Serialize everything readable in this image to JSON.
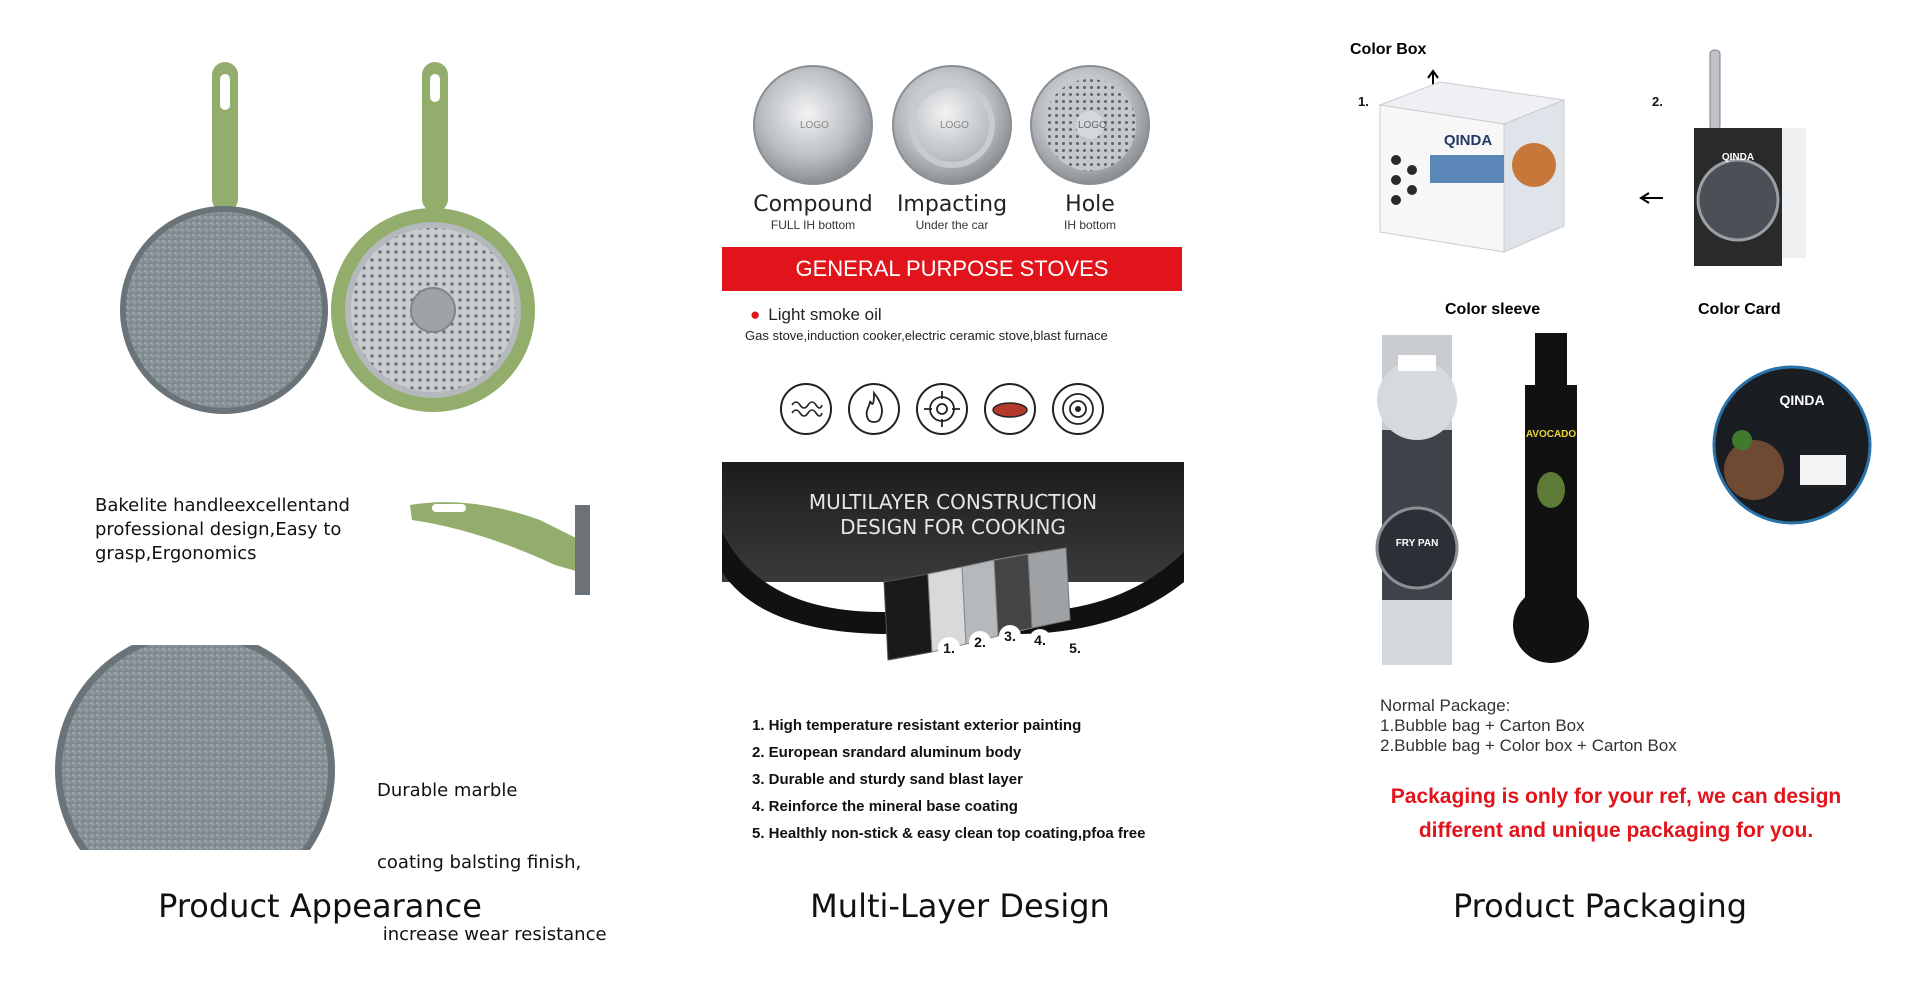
{
  "panels": {
    "appearance": {
      "caption": "Product Appearance",
      "note_handle": [
        "Bakelite handleexcellentand",
        "professional design,Easy to",
        "grasp,Ergonomics"
      ],
      "note_coating": [
        "Durable marble",
        "coating balsting finish,",
        " increase wear resistance"
      ]
    },
    "layers": {
      "caption": "Multi-Layer Design",
      "discs": [
        {
          "title": "Compound",
          "subtitle": "FULL IH bottom",
          "logo": "LOGO"
        },
        {
          "title": "Impacting",
          "subtitle": "Under the car",
          "logo": "LOGO"
        },
        {
          "title": "Hole",
          "subtitle": "IH bottom",
          "logo": "LOGO"
        }
      ],
      "banner": "GENERAL PURPOSE STOVES",
      "bullet": "Light smoke oil",
      "stoves": "Gas stove,induction cooker,electric ceramic stove,blast furnace",
      "stove_icons": [
        "induction-coil-icon",
        "flame-icon",
        "gas-burner-icon",
        "ceramic-plate-icon",
        "halogen-icon"
      ],
      "construction_title": [
        "MULTILAYER CONSTRUCTION",
        "DESIGN FOR COOKING"
      ],
      "layer_numbers": [
        "1.",
        "2.",
        "3.",
        "4.",
        "5."
      ],
      "layer_list": [
        "1. High temperature resistant exterior painting",
        "2. European srandard aluminum body",
        "3. Durable and sturdy sand blast layer",
        "4. Reinforce the mineral base coating",
        "5. Healthly non-stick & easy clean top coating,pfoa free"
      ]
    },
    "packaging": {
      "caption": "Product Packaging",
      "color_box": "Color Box",
      "num1": "1.",
      "num2": "2.",
      "color_sleeve": "Color sleeve",
      "color_card": "Color Card",
      "brand": "QINDA",
      "sleeve_text_1": "FRY PAN",
      "sleeve_text_2": "AVOCADO",
      "normal_package_title": "Normal Package:",
      "normal_package_lines": [
        "1.Bubble bag + Carton Box",
        "2.Bubble bag + Color box + Carton Box"
      ],
      "note": [
        "Packaging is only for your ref, we can design",
        "different and unique packaging for you."
      ]
    }
  },
  "colors": {
    "accent_red": "#e1131b",
    "handle_green": "#93ad6c",
    "granite_gray": "#8e979c"
  }
}
